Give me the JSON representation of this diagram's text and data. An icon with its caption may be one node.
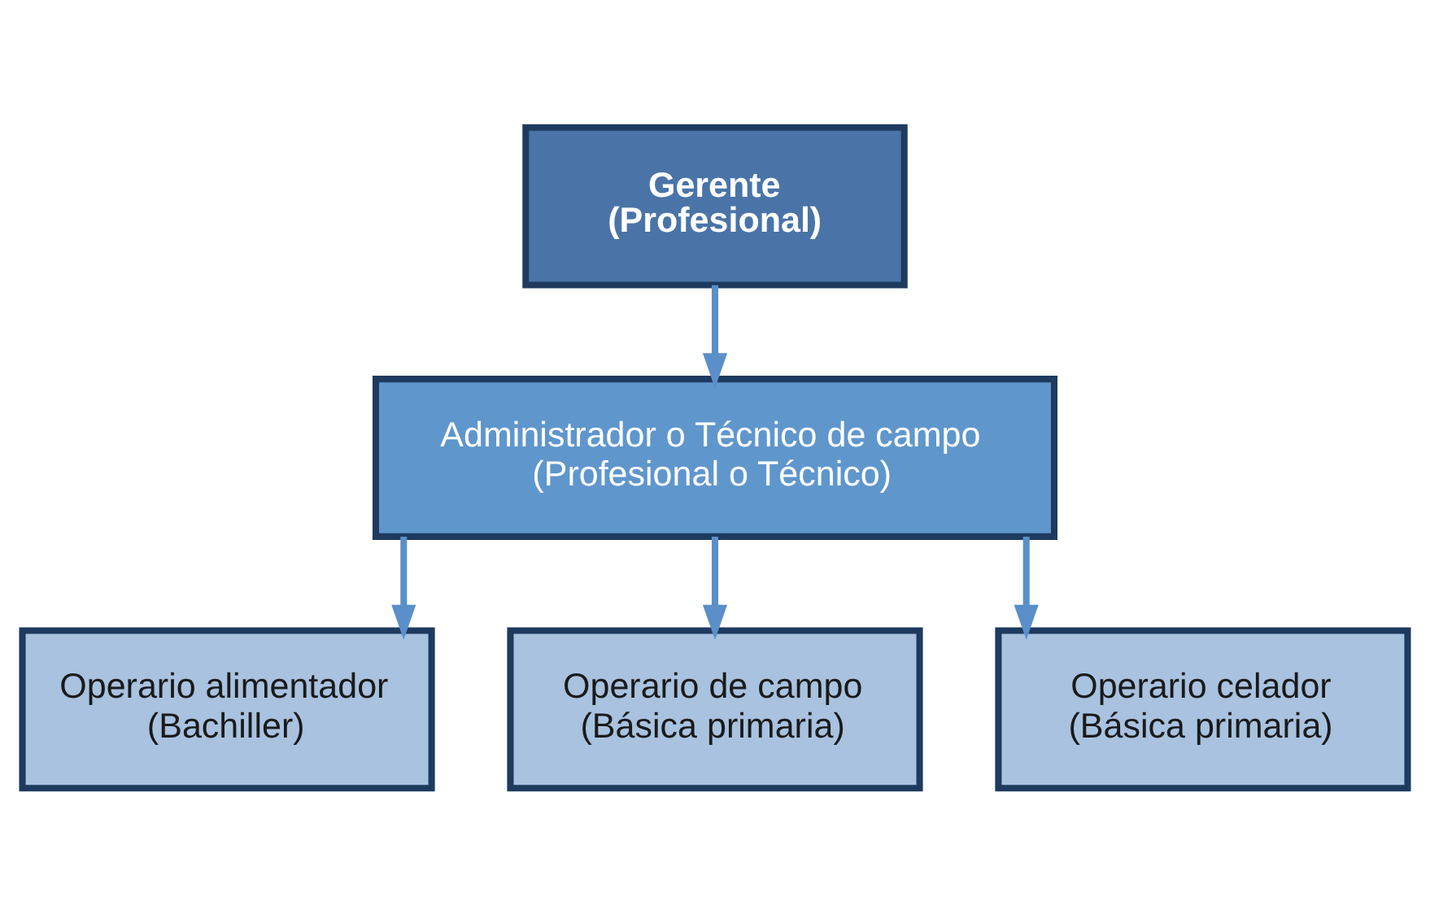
{
  "diagram": {
    "nodes": [
      {
        "text": [
          "Gerente",
          "(Profesional)"
        ]
      },
      {
        "text": [
          "Administrador o Técnico de campo",
          "(Profesional o Técnico)"
        ]
      },
      {
        "text": [
          "Operario alimentador",
          "(Bachiller)"
        ]
      },
      {
        "text": [
          "Operario de campo",
          "(Básica primaria)"
        ]
      },
      {
        "text": [
          "Operario celador",
          "(Básica primaria)"
        ]
      }
    ],
    "edges": [
      {
        "from": 0,
        "to": 1,
        "arrow": "to"
      },
      {
        "from": 1,
        "to": 2,
        "arrow": "to"
      },
      {
        "from": 1,
        "to": 3,
        "arrow": "to"
      },
      {
        "from": 1,
        "to": 4,
        "arrow": "to"
      }
    ]
  }
}
